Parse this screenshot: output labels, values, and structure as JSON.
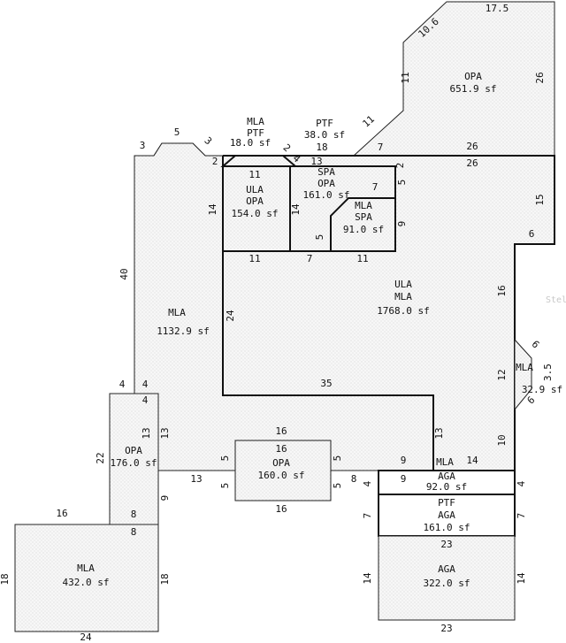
{
  "areas": {
    "opa_top": {
      "type": "OPA",
      "area": "651.9 sf"
    },
    "mla_ptf": {
      "type1": "MLA",
      "type2": "PTF",
      "area": "18.0 sf"
    },
    "ptf_top": {
      "type": "PTF",
      "area": "38.0 sf"
    },
    "ula_opa": {
      "type1": "ULA",
      "type2": "OPA",
      "area": "154.0 sf"
    },
    "spa_opa": {
      "type1": "SPA",
      "type2": "OPA",
      "area": "161.0 sf"
    },
    "mla_spa": {
      "type1": "MLA",
      "type2": "SPA",
      "area": "91.0 sf"
    },
    "ula_mla": {
      "type1": "ULA",
      "type2": "MLA",
      "area": "1768.0 sf"
    },
    "mla_left": {
      "type": "MLA",
      "area": "1132.9 sf"
    },
    "mla_bay": {
      "type": "MLA",
      "area": "32.9 sf"
    },
    "opa_left": {
      "type": "OPA",
      "area": "176.0 sf"
    },
    "opa_mid": {
      "type": "OPA",
      "area": "160.0 sf"
    },
    "mla_aga": {
      "type1": "MLA",
      "type2": "AGA",
      "area": "92.0 sf"
    },
    "ptf_aga": {
      "type1": "PTF",
      "type2": "AGA",
      "area": "161.0 sf"
    },
    "aga": {
      "type": "AGA",
      "area": "322.0 sf"
    },
    "mla_bottom": {
      "type": "MLA",
      "area": "432.0 sf"
    }
  },
  "dims": {
    "d17_5": "17.5",
    "d10_6": "10.6",
    "d11_a": "11",
    "d26_right": "26",
    "d11_b": "11",
    "d3_a": "3",
    "d5_top": "5",
    "d3_b": "3",
    "d2_a": "2",
    "d2_b": "2",
    "d4_small": "4",
    "d18_top": "18",
    "d13_top": "13",
    "d7_top": "7",
    "d26_top": "26",
    "d26_mid": "26",
    "d2_c": "2",
    "d11_ula": "11",
    "d14_ula": "14",
    "d14_spa": "14",
    "d5_spa": "5",
    "d7_spa": "7",
    "d5_spa2": "5",
    "d9_mla": "9",
    "d11_bot1": "11",
    "d7_bot": "7",
    "d11_bot2": "11",
    "d15": "15",
    "d6_a": "6",
    "d16_right": "16",
    "d40": "40",
    "d24": "24",
    "d35": "35",
    "d6_b": "6",
    "d12": "12",
    "d3_5": "3.5",
    "d6_c": "6",
    "d10": "10",
    "d13_r": "13",
    "d14_r": "14",
    "d4_a": "4",
    "d4_b": "4",
    "d4_c": "4",
    "d22": "22",
    "d13_opa": "13",
    "d13_h": "13",
    "d9_side": "9",
    "d8_a": "8",
    "d8_b": "8",
    "d16_opa_top": "16",
    "d16_opa_in": "16",
    "d16_opa_bot": "16",
    "d5_l1": "5",
    "d5_l2": "5",
    "d5_r1": "5",
    "d5_r2": "5",
    "d8_mid": "8",
    "d9_aga_top": "9",
    "d9_aga_in": "9",
    "d4_aga_l": "4",
    "d4_aga_r": "4",
    "d7_l": "7",
    "d7_r": "7",
    "d23_a": "23",
    "d14_aga_l": "14",
    "d14_aga_r": "14",
    "d23_b": "23",
    "d16_bl": "16",
    "d18_bl_l": "18",
    "d18_bl_r": "18",
    "d24_bl": "24"
  },
  "watermark": "Stellar"
}
